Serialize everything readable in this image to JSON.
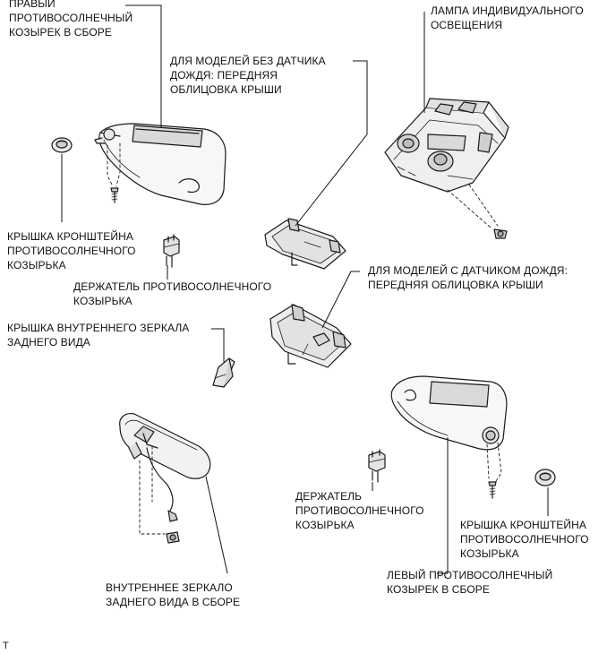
{
  "labels": {
    "right_visor": [
      "ПРАВЫЙ",
      "ПРОТИВОСОЛНЕЧНЫЙ",
      "КОЗЫРЕК В СБОРЕ"
    ],
    "map_lamp": [
      "ЛАМПА ИНДИВИДУАЛЬНОГО",
      "ОСВЕЩЕНИЯ"
    ],
    "no_rain_sensor": [
      "ДЛЯ МОДЕЛЕЙ БЕЗ ДАТЧИКА",
      "ДОЖДЯ: ПЕРЕДНЯЯ",
      "ОБЛИЦОВКА КРЫШИ"
    ],
    "bracket_cover_right": [
      "КРЫШКА КРОНШТЕЙНА",
      "ПРОТИВОСОЛНЕЧНОГО",
      "КОЗЫРЬКА"
    ],
    "visor_holder_right": [
      "ДЕРЖАТЕЛЬ ПРОТИВОСОЛНЕЧНОГО",
      "КОЗЫРЬКА"
    ],
    "rain_sensor": [
      "ДЛЯ МОДЕЛЕЙ С ДАТЧИКОМ ДОЖДЯ:",
      "ПЕРЕДНЯЯ ОБЛИЦОВКА КРЫШИ"
    ],
    "mirror_cover": [
      "КРЫШКА ВНУТРЕННЕГО ЗЕРКАЛА",
      "ЗАДНЕГО ВИДА"
    ],
    "visor_holder_left": [
      "ДЕРЖАТЕЛЬ",
      "ПРОТИВОСОЛНЕЧНОГО",
      "КОЗЫРЬКА"
    ],
    "bracket_cover_left": [
      "КРЫШКА КРОНШТЕЙНА",
      "ПРОТИВОСОЛНЕЧНОГО",
      "КОЗЫРЬКА"
    ],
    "left_visor": [
      "ЛЕВЫЙ ПРОТИВОСОЛНЕЧНЫЙ",
      "КОЗЫРЕК В СБОРЕ"
    ],
    "inner_mirror": [
      "ВНУТРЕННЕЕ ЗЕРКАЛО",
      "ЗАДНЕГО ВИДА В СБОРЕ"
    ]
  },
  "corner_mark": "T"
}
